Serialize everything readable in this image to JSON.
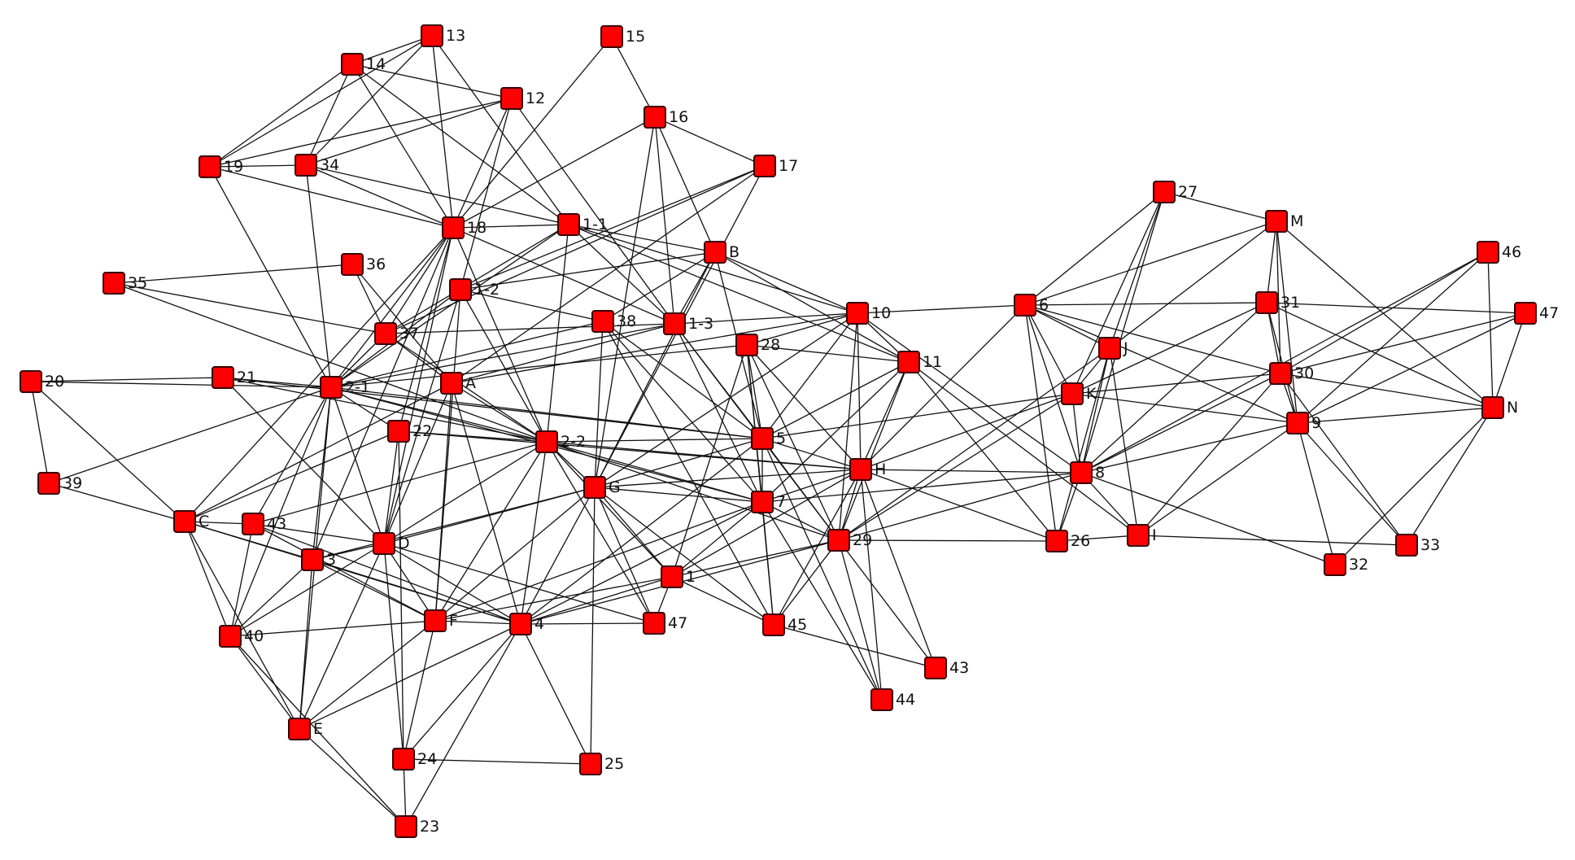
{
  "colors": {
    "node_fill": "#ff0000",
    "node_border": "#3a0000",
    "edge": "#111111",
    "background": "#ffffff"
  },
  "nodes": [
    {
      "id": "13",
      "label": "13"
    },
    {
      "id": "14",
      "label": "14"
    },
    {
      "id": "15",
      "label": "15"
    },
    {
      "id": "12",
      "label": "12"
    },
    {
      "id": "16",
      "label": "16"
    },
    {
      "id": "19",
      "label": "19"
    },
    {
      "id": "34",
      "label": "34"
    },
    {
      "id": "17",
      "label": "17"
    },
    {
      "id": "18",
      "label": "18"
    },
    {
      "id": "1-1",
      "label": "1-1"
    },
    {
      "id": "B",
      "label": "B"
    },
    {
      "id": "36",
      "label": "36"
    },
    {
      "id": "35",
      "label": "35"
    },
    {
      "id": "1-2",
      "label": "1-2"
    },
    {
      "id": "38",
      "label": "38"
    },
    {
      "id": "1-3",
      "label": "1-3"
    },
    {
      "id": "37",
      "label": "37"
    },
    {
      "id": "28",
      "label": "28"
    },
    {
      "id": "10",
      "label": "10"
    },
    {
      "id": "11",
      "label": "11"
    },
    {
      "id": "20",
      "label": "20"
    },
    {
      "id": "21",
      "label": "21"
    },
    {
      "id": "2-1",
      "label": "2-1"
    },
    {
      "id": "A",
      "label": "A"
    },
    {
      "id": "22",
      "label": "22"
    },
    {
      "id": "2-2",
      "label": "2-2"
    },
    {
      "id": "5",
      "label": "5"
    },
    {
      "id": "H",
      "label": "H"
    },
    {
      "id": "39",
      "label": "39"
    },
    {
      "id": "G",
      "label": "G"
    },
    {
      "id": "7",
      "label": "7"
    },
    {
      "id": "C",
      "label": "C"
    },
    {
      "id": "43a",
      "label": "43"
    },
    {
      "id": "D",
      "label": "D"
    },
    {
      "id": "29",
      "label": "29"
    },
    {
      "id": "3",
      "label": "3"
    },
    {
      "id": "1",
      "label": "1"
    },
    {
      "id": "40",
      "label": "40"
    },
    {
      "id": "F",
      "label": "F"
    },
    {
      "id": "4",
      "label": "4"
    },
    {
      "id": "47a",
      "label": "47"
    },
    {
      "id": "45",
      "label": "45"
    },
    {
      "id": "43b",
      "label": "43"
    },
    {
      "id": "44",
      "label": "44"
    },
    {
      "id": "E",
      "label": "E"
    },
    {
      "id": "24",
      "label": "24"
    },
    {
      "id": "25",
      "label": "25"
    },
    {
      "id": "23",
      "label": "23"
    },
    {
      "id": "27",
      "label": "27"
    },
    {
      "id": "M",
      "label": "M"
    },
    {
      "id": "46",
      "label": "46"
    },
    {
      "id": "6",
      "label": "6"
    },
    {
      "id": "31",
      "label": "31"
    },
    {
      "id": "47b",
      "label": "47"
    },
    {
      "id": "J",
      "label": "J"
    },
    {
      "id": "30",
      "label": "30"
    },
    {
      "id": "K",
      "label": "K"
    },
    {
      "id": "N",
      "label": "N"
    },
    {
      "id": "9",
      "label": "9"
    },
    {
      "id": "8",
      "label": "8"
    },
    {
      "id": "26",
      "label": "26"
    },
    {
      "id": "I",
      "label": "I"
    },
    {
      "id": "33",
      "label": "33"
    },
    {
      "id": "32",
      "label": "32"
    }
  ],
  "edges": [
    [
      "13",
      "14"
    ],
    [
      "13",
      "19"
    ],
    [
      "13",
      "34"
    ],
    [
      "13",
      "18"
    ],
    [
      "13",
      "1-1"
    ],
    [
      "14",
      "19"
    ],
    [
      "14",
      "34"
    ],
    [
      "14",
      "12"
    ],
    [
      "14",
      "18"
    ],
    [
      "14",
      "1-1"
    ],
    [
      "12",
      "19"
    ],
    [
      "12",
      "34"
    ],
    [
      "12",
      "18"
    ],
    [
      "12",
      "1-2"
    ],
    [
      "12",
      "1-3"
    ],
    [
      "15",
      "16"
    ],
    [
      "15",
      "18"
    ],
    [
      "16",
      "17"
    ],
    [
      "16",
      "B"
    ],
    [
      "16",
      "1-3"
    ],
    [
      "16",
      "18"
    ],
    [
      "16",
      "G"
    ],
    [
      "17",
      "1-2"
    ],
    [
      "17",
      "G"
    ],
    [
      "17",
      "A"
    ],
    [
      "17",
      "37"
    ],
    [
      "19",
      "34"
    ],
    [
      "19",
      "2-1"
    ],
    [
      "19",
      "18"
    ],
    [
      "34",
      "18"
    ],
    [
      "34",
      "2-1"
    ],
    [
      "34",
      "1-1"
    ],
    [
      "18",
      "1-1"
    ],
    [
      "18",
      "37"
    ],
    [
      "18",
      "2-1"
    ],
    [
      "18",
      "3"
    ],
    [
      "18",
      "22"
    ],
    [
      "18",
      "2-2"
    ],
    [
      "18",
      "1-3"
    ],
    [
      "18",
      "D"
    ],
    [
      "18",
      "C"
    ],
    [
      "1-1",
      "1-3"
    ],
    [
      "1-1",
      "10"
    ],
    [
      "1-1",
      "11"
    ],
    [
      "1-1",
      "B"
    ],
    [
      "1-1",
      "2-1"
    ],
    [
      "1-1",
      "37"
    ],
    [
      "1-1",
      "2-2"
    ],
    [
      "B",
      "1-2"
    ],
    [
      "B",
      "10"
    ],
    [
      "B",
      "5"
    ],
    [
      "B",
      "G"
    ],
    [
      "B",
      "38"
    ],
    [
      "B",
      "1-3"
    ],
    [
      "B",
      "11"
    ],
    [
      "36",
      "35"
    ],
    [
      "36",
      "37"
    ],
    [
      "36",
      "A"
    ],
    [
      "35",
      "37"
    ],
    [
      "35",
      "2-2"
    ],
    [
      "1-2",
      "2-1"
    ],
    [
      "1-2",
      "F"
    ],
    [
      "1-2",
      "2-2"
    ],
    [
      "1-2",
      "D"
    ],
    [
      "1-2",
      "38"
    ],
    [
      "38",
      "2-1"
    ],
    [
      "38",
      "G"
    ],
    [
      "38",
      "45"
    ],
    [
      "38",
      "7"
    ],
    [
      "38",
      "5"
    ],
    [
      "1-3",
      "2-1"
    ],
    [
      "1-3",
      "10"
    ],
    [
      "1-3",
      "5"
    ],
    [
      "1-3",
      "7"
    ],
    [
      "1-3",
      "29"
    ],
    [
      "1-3",
      "A"
    ],
    [
      "37",
      "A"
    ],
    [
      "37",
      "2-1"
    ],
    [
      "37",
      "1-3"
    ],
    [
      "37",
      "2-2"
    ],
    [
      "28",
      "10"
    ],
    [
      "28",
      "2-1"
    ],
    [
      "28",
      "5"
    ],
    [
      "28",
      "7"
    ],
    [
      "28",
      "1"
    ],
    [
      "28",
      "29"
    ],
    [
      "28",
      "H"
    ],
    [
      "28",
      "11"
    ],
    [
      "28",
      "45"
    ],
    [
      "10",
      "6"
    ],
    [
      "10",
      "11"
    ],
    [
      "10",
      "5"
    ],
    [
      "10",
      "H"
    ],
    [
      "10",
      "29"
    ],
    [
      "10",
      "G"
    ],
    [
      "10",
      "A"
    ],
    [
      "10",
      "8"
    ],
    [
      "11",
      "H"
    ],
    [
      "11",
      "26"
    ],
    [
      "11",
      "I"
    ],
    [
      "11",
      "7"
    ],
    [
      "11",
      "29"
    ],
    [
      "11",
      "5"
    ],
    [
      "20",
      "21"
    ],
    [
      "20",
      "2-1"
    ],
    [
      "20",
      "39"
    ],
    [
      "20",
      "C"
    ],
    [
      "21",
      "2-1"
    ],
    [
      "21",
      "2-2"
    ],
    [
      "21",
      "D"
    ],
    [
      "21",
      "5"
    ],
    [
      "2-1",
      "22"
    ],
    [
      "2-1",
      "2-2"
    ],
    [
      "2-1",
      "43a"
    ],
    [
      "2-1",
      "40"
    ],
    [
      "2-1",
      "D"
    ],
    [
      "2-1",
      "E"
    ],
    [
      "2-1",
      "3"
    ],
    [
      "2-1",
      "5"
    ],
    [
      "2-1",
      "39"
    ],
    [
      "2-1",
      "7"
    ],
    [
      "A",
      "2-2"
    ],
    [
      "A",
      "D"
    ],
    [
      "A",
      "C"
    ],
    [
      "A",
      "4"
    ],
    [
      "A",
      "F"
    ],
    [
      "22",
      "2-2"
    ],
    [
      "22",
      "D"
    ],
    [
      "22",
      "24"
    ],
    [
      "22",
      "C"
    ],
    [
      "22",
      "H"
    ],
    [
      "2-2",
      "5"
    ],
    [
      "2-2",
      "H"
    ],
    [
      "2-2",
      "G"
    ],
    [
      "2-2",
      "D"
    ],
    [
      "2-2",
      "1"
    ],
    [
      "2-2",
      "4"
    ],
    [
      "2-2",
      "F"
    ],
    [
      "2-2",
      "7"
    ],
    [
      "2-2",
      "47a"
    ],
    [
      "2-2",
      "29"
    ],
    [
      "2-2",
      "43a"
    ],
    [
      "5",
      "H"
    ],
    [
      "5",
      "7"
    ],
    [
      "5",
      "G"
    ],
    [
      "5",
      "29"
    ],
    [
      "5",
      "K"
    ],
    [
      "5",
      "4"
    ],
    [
      "5",
      "44"
    ],
    [
      "H",
      "6"
    ],
    [
      "H",
      "K"
    ],
    [
      "H",
      "8"
    ],
    [
      "H",
      "29"
    ],
    [
      "H",
      "7"
    ],
    [
      "H",
      "G"
    ],
    [
      "H",
      "26"
    ],
    [
      "H",
      "1"
    ],
    [
      "H",
      "43b"
    ],
    [
      "H",
      "44"
    ],
    [
      "H",
      "45"
    ],
    [
      "G",
      "7"
    ],
    [
      "G",
      "D"
    ],
    [
      "G",
      "4"
    ],
    [
      "G",
      "F"
    ],
    [
      "G",
      "1"
    ],
    [
      "G",
      "47a"
    ],
    [
      "G",
      "45"
    ],
    [
      "G",
      "25"
    ],
    [
      "G",
      "3"
    ],
    [
      "7",
      "8"
    ],
    [
      "7",
      "29"
    ],
    [
      "7",
      "1"
    ],
    [
      "7",
      "4"
    ],
    [
      "7",
      "45"
    ],
    [
      "7",
      "44"
    ],
    [
      "7",
      "F"
    ],
    [
      "39",
      "C"
    ],
    [
      "C",
      "43a"
    ],
    [
      "C",
      "3"
    ],
    [
      "C",
      "40"
    ],
    [
      "C",
      "E"
    ],
    [
      "C",
      "4"
    ],
    [
      "43a",
      "D"
    ],
    [
      "43a",
      "40"
    ],
    [
      "43a",
      "F"
    ],
    [
      "43a",
      "4"
    ],
    [
      "D",
      "3"
    ],
    [
      "D",
      "4"
    ],
    [
      "D",
      "E"
    ],
    [
      "D",
      "24"
    ],
    [
      "D",
      "40"
    ],
    [
      "D",
      "F"
    ],
    [
      "D",
      "47a"
    ],
    [
      "29",
      "26"
    ],
    [
      "29",
      "8"
    ],
    [
      "29",
      "J"
    ],
    [
      "29",
      "1"
    ],
    [
      "29",
      "4"
    ],
    [
      "29",
      "45"
    ],
    [
      "29",
      "44"
    ],
    [
      "29",
      "43b"
    ],
    [
      "3",
      "4"
    ],
    [
      "3",
      "E"
    ],
    [
      "3",
      "40"
    ],
    [
      "3",
      "F"
    ],
    [
      "1",
      "F"
    ],
    [
      "1",
      "4"
    ],
    [
      "1",
      "47a"
    ],
    [
      "1",
      "45"
    ],
    [
      "40",
      "F"
    ],
    [
      "40",
      "E"
    ],
    [
      "40",
      "23"
    ],
    [
      "F",
      "24"
    ],
    [
      "F",
      "E"
    ],
    [
      "F",
      "4"
    ],
    [
      "4",
      "E"
    ],
    [
      "4",
      "24"
    ],
    [
      "4",
      "23"
    ],
    [
      "4",
      "25"
    ],
    [
      "4",
      "47a"
    ],
    [
      "45",
      "43b"
    ],
    [
      "24",
      "25"
    ],
    [
      "24",
      "23"
    ],
    [
      "E",
      "23"
    ],
    [
      "27",
      "M"
    ],
    [
      "27",
      "6"
    ],
    [
      "27",
      "K"
    ],
    [
      "27",
      "8"
    ],
    [
      "27",
      "J"
    ],
    [
      "M",
      "6"
    ],
    [
      "M",
      "31"
    ],
    [
      "M",
      "30"
    ],
    [
      "M",
      "9"
    ],
    [
      "M",
      "N"
    ],
    [
      "M",
      "J"
    ],
    [
      "46",
      "N"
    ],
    [
      "46",
      "30"
    ],
    [
      "46",
      "9"
    ],
    [
      "46",
      "8"
    ],
    [
      "6",
      "31"
    ],
    [
      "6",
      "J"
    ],
    [
      "6",
      "K"
    ],
    [
      "6",
      "26"
    ],
    [
      "6",
      "8"
    ],
    [
      "6",
      "30"
    ],
    [
      "6",
      "9"
    ],
    [
      "31",
      "47b"
    ],
    [
      "31",
      "30"
    ],
    [
      "31",
      "K"
    ],
    [
      "31",
      "8"
    ],
    [
      "31",
      "9"
    ],
    [
      "31",
      "N"
    ],
    [
      "47b",
      "N"
    ],
    [
      "47b",
      "30"
    ],
    [
      "47b",
      "9"
    ],
    [
      "J",
      "K"
    ],
    [
      "J",
      "I"
    ],
    [
      "J",
      "26"
    ],
    [
      "J",
      "8"
    ],
    [
      "30",
      "K"
    ],
    [
      "30",
      "N"
    ],
    [
      "30",
      "9"
    ],
    [
      "30",
      "8"
    ],
    [
      "30",
      "I"
    ],
    [
      "30",
      "33"
    ],
    [
      "K",
      "8"
    ],
    [
      "K",
      "9"
    ],
    [
      "K",
      "29"
    ],
    [
      "N",
      "9"
    ],
    [
      "N",
      "32"
    ],
    [
      "N",
      "33"
    ],
    [
      "9",
      "8"
    ],
    [
      "9",
      "I"
    ],
    [
      "9",
      "32"
    ],
    [
      "9",
      "33"
    ],
    [
      "8",
      "26"
    ],
    [
      "8",
      "I"
    ],
    [
      "8",
      "32"
    ],
    [
      "26",
      "I"
    ],
    [
      "I",
      "33"
    ]
  ]
}
